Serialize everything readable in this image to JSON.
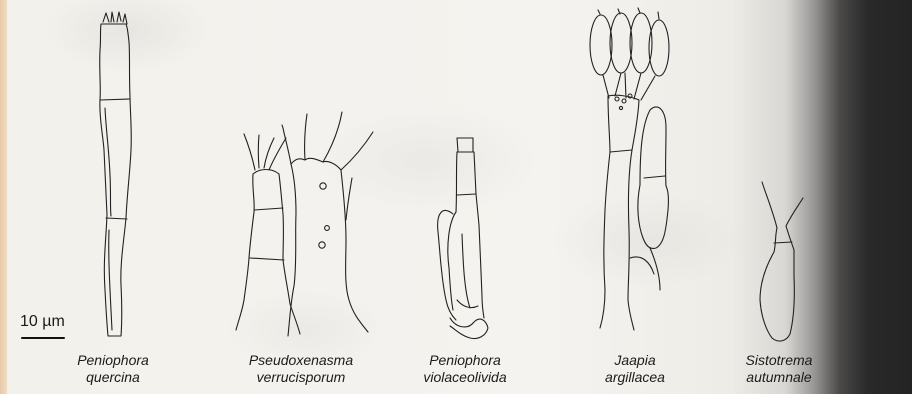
{
  "scale_bar": {
    "label": "10 µm"
  },
  "specimens": [
    {
      "genus": "Peniophora",
      "species": "quercina"
    },
    {
      "genus": "Pseudoxenasma",
      "species": "verrucisporum"
    },
    {
      "genus": "Peniophora",
      "species": "violaceolivida"
    },
    {
      "genus": "Jaapia",
      "species": "argillacea"
    },
    {
      "genus": "Sistotrema",
      "species": "autumnale"
    }
  ]
}
